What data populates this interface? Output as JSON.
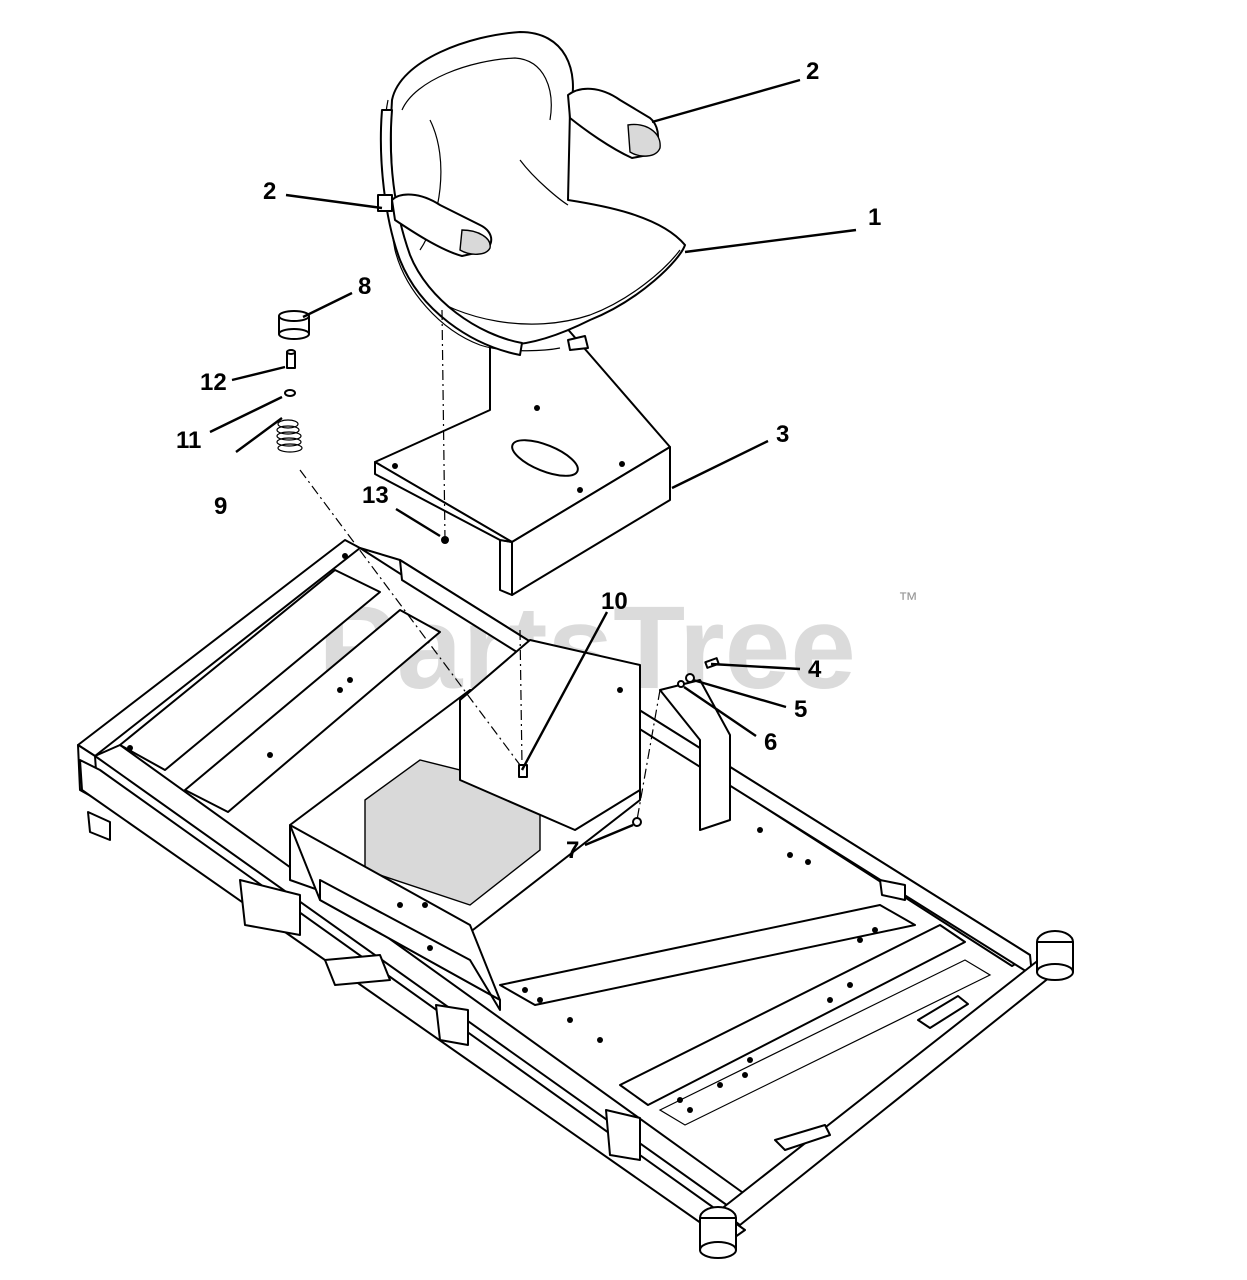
{
  "watermark": {
    "text": "PartsTree",
    "trademark": "™"
  },
  "callouts": [
    {
      "id": "c1",
      "label": "1"
    },
    {
      "id": "c2a",
      "label": "2"
    },
    {
      "id": "c2b",
      "label": "2"
    },
    {
      "id": "c3",
      "label": "3"
    },
    {
      "id": "c4",
      "label": "4"
    },
    {
      "id": "c5",
      "label": "5"
    },
    {
      "id": "c6",
      "label": "6"
    },
    {
      "id": "c7",
      "label": "7"
    },
    {
      "id": "c8",
      "label": "8"
    },
    {
      "id": "c9",
      "label": "9"
    },
    {
      "id": "c10",
      "label": "10"
    },
    {
      "id": "c11",
      "label": "11"
    },
    {
      "id": "c12",
      "label": "12"
    },
    {
      "id": "c13",
      "label": "13"
    }
  ]
}
